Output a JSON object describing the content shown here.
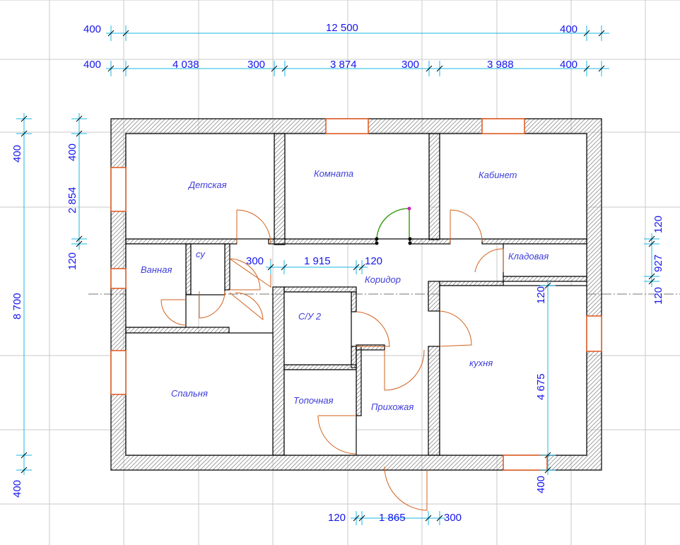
{
  "colors": {
    "grid": "#c9c9c9",
    "wall": "#000000",
    "hatch": "#8f8f8f",
    "dimension_line": "#16b9e6",
    "dimension_text": "#1515ee",
    "room_text": "#3d3ddc",
    "door_arc": "#d1611c",
    "window": "#e0551a",
    "selected_door": "#3ca01c",
    "selection_node": "#d11fb8"
  },
  "rooms": [
    {
      "id": "detskaya",
      "label": "Детская"
    },
    {
      "id": "komnata",
      "label": "Комната"
    },
    {
      "id": "kabinet",
      "label": "Кабинет"
    },
    {
      "id": "su",
      "label": "су"
    },
    {
      "id": "vannaya",
      "label": "Ванная"
    },
    {
      "id": "kladovaya",
      "label": "Кладовая"
    },
    {
      "id": "koridor",
      "label": "Коридор"
    },
    {
      "id": "su2",
      "label": "С/У 2"
    },
    {
      "id": "kukhnya",
      "label": "кухня"
    },
    {
      "id": "spalnya",
      "label": "Спальня"
    },
    {
      "id": "topochnaya",
      "label": "Топочная"
    },
    {
      "id": "prikhozhaya",
      "label": "Прихожая"
    }
  ],
  "dimensions": {
    "top_overall": {
      "left": "400",
      "total": "12 500",
      "right": "400"
    },
    "top_chain": {
      "left": "400",
      "seg1": "4 038",
      "gap1": "300",
      "seg2": "3 874",
      "gap2": "300",
      "seg3": "3 988",
      "right": "400"
    },
    "left_outer": {
      "top": "400",
      "total": "8 700",
      "bottom": "400"
    },
    "left_inner": {
      "top": "400",
      "seg1": "2 854",
      "seg2": "120"
    },
    "right_chain": {
      "top": "120",
      "seg1": "927",
      "seg2": "120"
    },
    "corridor_chain": {
      "seg1": "300",
      "seg2": "1 915",
      "seg3": "120"
    },
    "kitchen_vertical": {
      "top": "120",
      "height": "4 675",
      "bottom": "400"
    },
    "bottom_chain": {
      "left": "120",
      "seg": "1 865",
      "right": "300"
    }
  }
}
